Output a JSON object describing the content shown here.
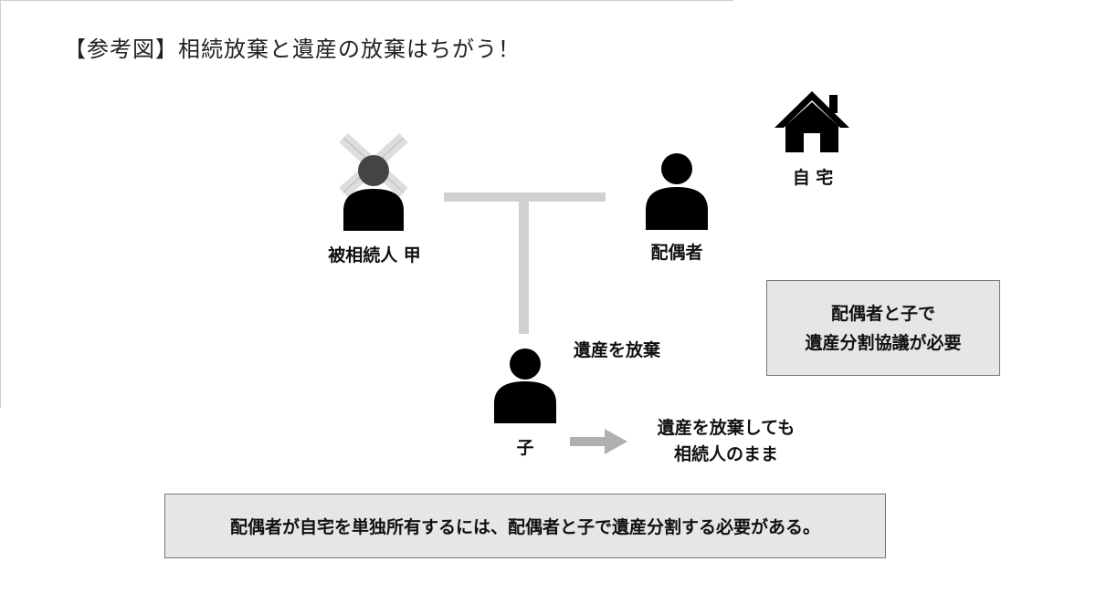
{
  "title": "【参考図】相続放棄と遺産の放棄はちがう！",
  "nodes": {
    "decedent": "被相続人 甲",
    "spouse": "配偶者",
    "child": "子",
    "home": "自 宅"
  },
  "annotations": {
    "renounce_estate": "遺産を放棄",
    "still_heir_line1": "遺産を放棄しても",
    "still_heir_line2": "相続人のまま"
  },
  "boxes": {
    "right_line1": "配偶者と子で",
    "right_line2": "遺産分割協議が必要",
    "bottom": "配偶者が自宅を単独所有するには、配偶者と子で遺産分割する必要がある。"
  },
  "colors": {
    "person": "#000000",
    "connector": "#d0d0d0",
    "arrow": "#b0b0b0",
    "cross": "#dddddd",
    "box_fill": "#e6e6e6"
  }
}
